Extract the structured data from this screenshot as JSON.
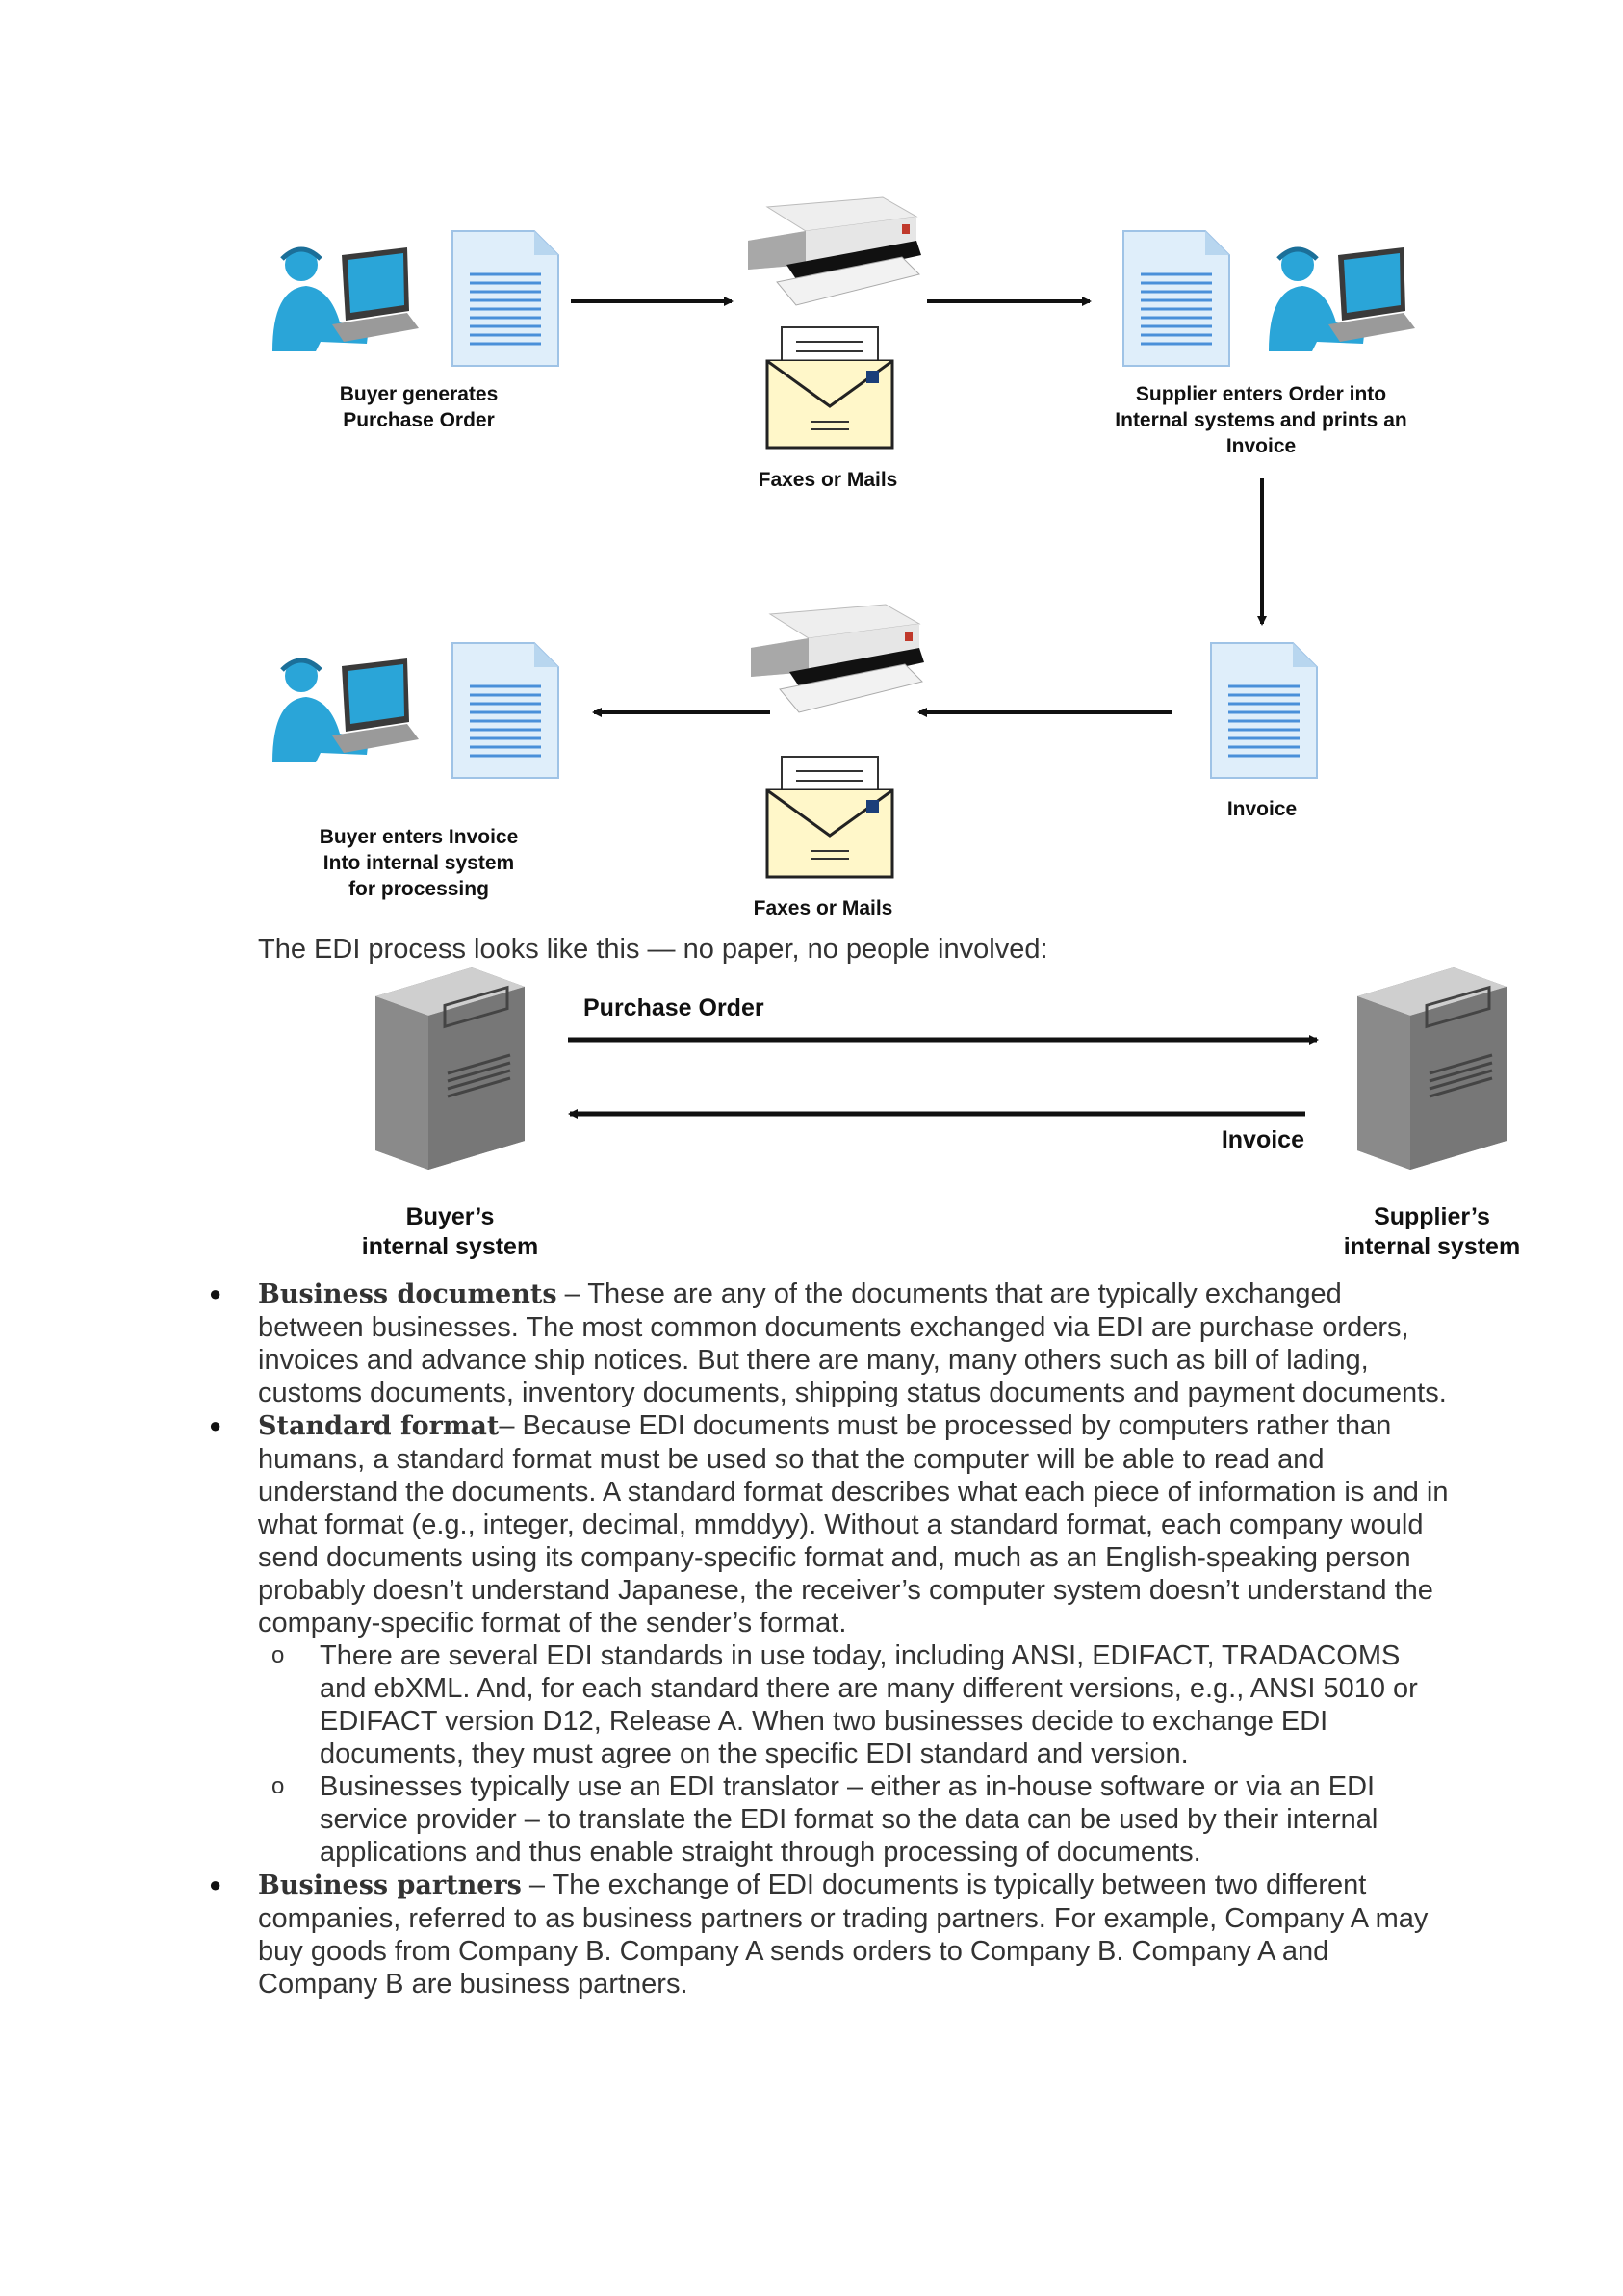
{
  "diagram_manual": {
    "step1_label": "Buyer generates\nPurchase Order",
    "faxes_top_label": "Faxes or Mails",
    "step2_label": "Supplier enters Order into\nInternal systems and prints an\nInvoice",
    "invoice_label": "Invoice",
    "step4_label": "Buyer enters Invoice\nInto internal system\nfor processing",
    "faxes_bottom_label": "Faxes or Mails"
  },
  "intro_text": "The EDI process looks like this — no paper, no people involved:",
  "diagram_edi": {
    "po_label": "Purchase Order",
    "invoice_label": "Invoice",
    "buyer_label": "Buyer’s\ninternal system",
    "supplier_label": "Supplier’s\ninternal system"
  },
  "colors": {
    "person": "#2aa5d8",
    "document": "#dfeefa",
    "document_lines": "#4a90d9",
    "server": "#7a7a7a",
    "envelope": "#fff7c9"
  },
  "bullets": [
    {
      "term": "Business documents",
      "text": " – These are any of the documents that are typically exchanged between businesses. The most common documents exchanged via EDI are purchase orders, invoices and advance ship notices. But there are many, many others such as bill of lading, customs documents, inventory documents, shipping status documents and payment documents."
    },
    {
      "term": "Standard format",
      "text": "– Because EDI documents must be processed by computers rather than humans, a standard format must be used so that the computer will be able to read and understand the documents. A standard format describes what each piece of information is and in what format (e.g., integer, decimal, mmddyy). Without a standard format, each company would send documents using its company-specific format and, much as an English-speaking person probably doesn’t understand Japanese, the receiver’s computer system doesn’t understand the company-specific format of the sender’s format.",
      "subitems": [
        "There are several EDI standards in use today, including ANSI, EDIFACT, TRADACOMS and ebXML. And, for each standard there are many different versions, e.g., ANSI 5010 or EDIFACT version D12, Release A. When two businesses decide to exchange EDI documents, they must agree on the specific EDI standard and version.",
        "Businesses typically use an EDI translator – either as in-house software or via an EDI service provider – to translate the EDI format so the data can be used by their internal applications and thus enable straight through processing of documents."
      ]
    },
    {
      "term": "Business partners",
      "text": " – The exchange of EDI documents is typically between two different companies, referred to as business partners or trading partners. For example, Company A may buy goods from Company B. Company A sends orders to Company B. Company A and Company B are business partners."
    }
  ]
}
